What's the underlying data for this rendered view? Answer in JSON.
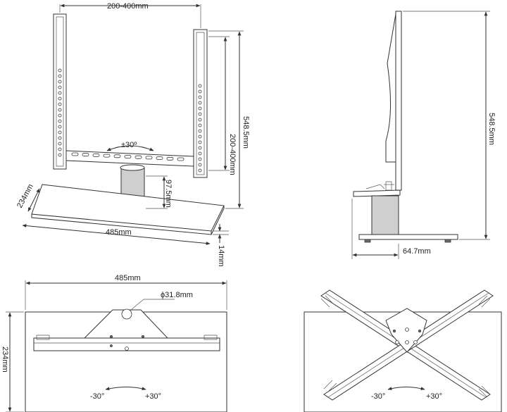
{
  "labels": {
    "front_width": "200-400mm",
    "front_height": "200-400mm",
    "front_total_height": "548.5mm",
    "front_rotation": "±30º",
    "front_column_height": "97.5mm",
    "base_depth": "234mm",
    "base_width": "485mm",
    "base_thickness": "14mm",
    "side_total_height": "548.5mm",
    "side_offset": "64.7mm",
    "top_width": "485mm",
    "top_hole": "ϕ31.8mm",
    "top_depth": "234mm",
    "rot_left_a": "-30°",
    "rot_right_a": "+30°",
    "rot_left_b": "-30°",
    "rot_right_b": "+30°"
  }
}
